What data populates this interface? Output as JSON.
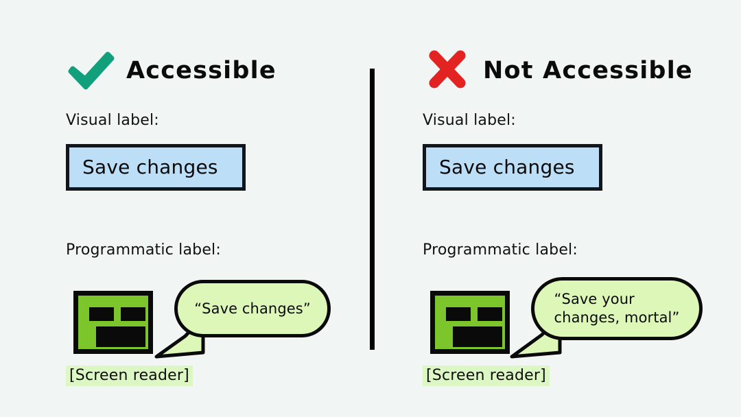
{
  "page": {
    "background_color": "#f1f5f4",
    "divider_color": "#000000"
  },
  "colors": {
    "check_green": "#12a07c",
    "cross_red": "#e32222",
    "button_fill": "#bddef7",
    "button_border": "#12151c",
    "screen_reader_green": "#7cc62b",
    "bubble_fill": "#ddf7b8",
    "caption_highlight": "#ddf7c4",
    "text": "#0a0a0a"
  },
  "columns": [
    {
      "id": "accessible",
      "icon": "check-icon",
      "heading": "Accessible",
      "visual_label_caption": "Visual label:",
      "button_label": "Save changes",
      "programmatic_label_caption": "Programmatic label:",
      "screen_reader_icon": "screen-reader-face-icon",
      "screen_reader_caption": "[Screen reader]",
      "announcement": "“Save changes”",
      "announcement_lines": [
        "“Save changes”"
      ]
    },
    {
      "id": "not-accessible",
      "icon": "cross-icon",
      "heading": "Not Accessible",
      "visual_label_caption": "Visual label:",
      "button_label": "Save changes",
      "programmatic_label_caption": "Programmatic label:",
      "screen_reader_icon": "screen-reader-face-icon",
      "screen_reader_caption": "[Screen reader]",
      "announcement": "“Save your changes, mortal”",
      "announcement_lines": [
        "“Save your",
        "changes, mortal”"
      ]
    }
  ]
}
